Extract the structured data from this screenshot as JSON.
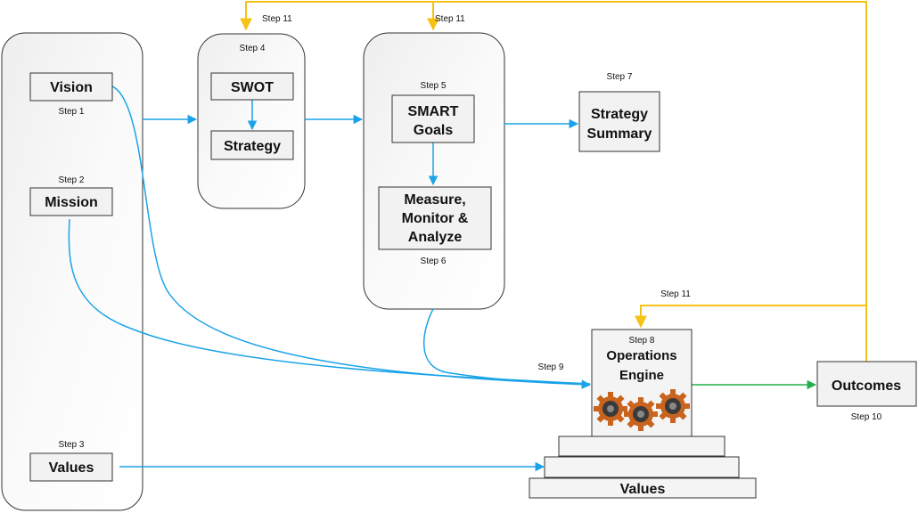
{
  "diagram": {
    "boxes": {
      "vision": "Vision",
      "mission": "Mission",
      "values": "Values",
      "swot": "SWOT",
      "strategy": "Strategy",
      "smart_goals": [
        "SMART",
        "Goals"
      ],
      "measure": [
        "Measure,",
        "Monitor &",
        "Analyze"
      ],
      "strategy_summary": [
        "Strategy",
        "Summary"
      ],
      "operations_engine": [
        "Operations",
        "Engine"
      ],
      "outcomes": "Outcomes",
      "values_base": "Values"
    },
    "steps": {
      "step1": "Step 1",
      "step2": "Step 2",
      "step3": "Step 3",
      "step4": "Step 4",
      "step5": "Step 5",
      "step6": "Step 6",
      "step7": "Step 7",
      "step8": "Step 8",
      "step9": "Step 9",
      "step10": "Step 10",
      "step11_a": "Step 11",
      "step11_b": "Step 11",
      "step11_c": "Step 11"
    },
    "colors": {
      "blue": "#1aa3e8",
      "yellow": "#f5c216",
      "green": "#22b14c",
      "gear": "#c8641e"
    }
  }
}
